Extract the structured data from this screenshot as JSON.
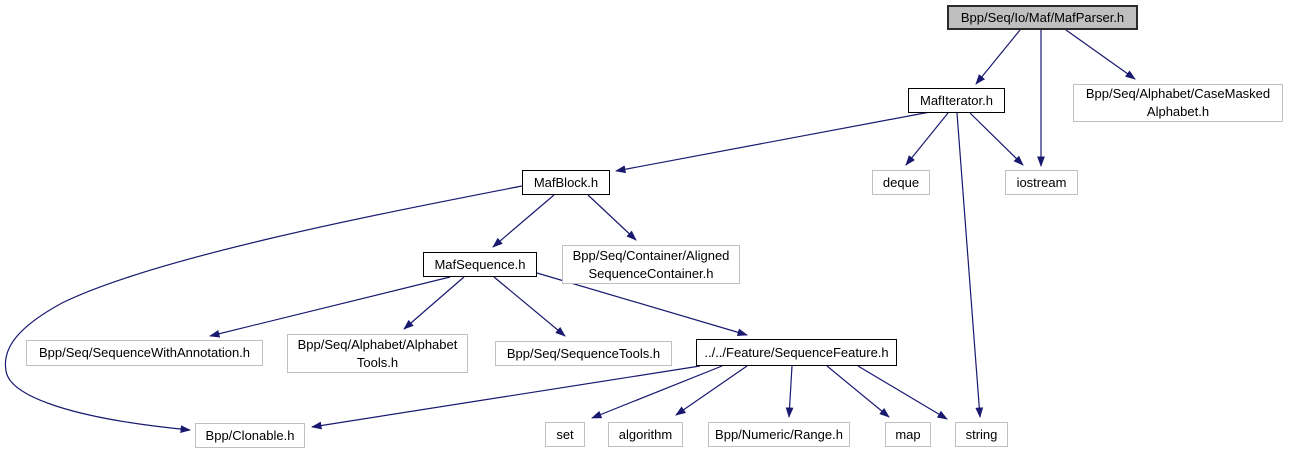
{
  "diagram": {
    "type": "include-dependency-graph",
    "colors": {
      "edge": "#191970",
      "root_fill": "#bfbfbf",
      "node_fill": "#ffffff",
      "linked_border": "#000000",
      "external_border": "#c0c0c0",
      "text": "#000000",
      "background": "#ffffff"
    },
    "nodes": {
      "maf_parser": {
        "label": "Bpp/Seq/Io/Maf/MafParser.h",
        "kind": "root"
      },
      "maf_iterator": {
        "label": "MafIterator.h",
        "kind": "linked"
      },
      "case_masked_alphabet": {
        "label": "Bpp/Seq/Alphabet/CaseMasked\nAlphabet.h",
        "kind": "external"
      },
      "maf_block": {
        "label": "MafBlock.h",
        "kind": "linked"
      },
      "deque": {
        "label": "deque",
        "kind": "external"
      },
      "iostream": {
        "label": "iostream",
        "kind": "external"
      },
      "maf_sequence": {
        "label": "MafSequence.h",
        "kind": "linked"
      },
      "aligned_sequence_container": {
        "label": "Bpp/Seq/Container/Aligned\nSequenceContainer.h",
        "kind": "external"
      },
      "sequence_with_annotation": {
        "label": "Bpp/Seq/SequenceWithAnnotation.h",
        "kind": "external"
      },
      "alphabet_tools": {
        "label": "Bpp/Seq/Alphabet/Alphabet\nTools.h",
        "kind": "external"
      },
      "sequence_tools": {
        "label": "Bpp/Seq/SequenceTools.h",
        "kind": "external"
      },
      "sequence_feature": {
        "label": "../../Feature/SequenceFeature.h",
        "kind": "linked"
      },
      "clonable": {
        "label": "Bpp/Clonable.h",
        "kind": "external"
      },
      "set": {
        "label": "set",
        "kind": "external"
      },
      "algorithm": {
        "label": "algorithm",
        "kind": "external"
      },
      "range": {
        "label": "Bpp/Numeric/Range.h",
        "kind": "external"
      },
      "map": {
        "label": "map",
        "kind": "external"
      },
      "string": {
        "label": "string",
        "kind": "external"
      }
    },
    "edges": [
      {
        "from": "maf_parser",
        "to": "maf_iterator"
      },
      {
        "from": "maf_parser",
        "to": "iostream"
      },
      {
        "from": "maf_parser",
        "to": "case_masked_alphabet"
      },
      {
        "from": "maf_iterator",
        "to": "maf_block"
      },
      {
        "from": "maf_iterator",
        "to": "deque"
      },
      {
        "from": "maf_iterator",
        "to": "iostream"
      },
      {
        "from": "maf_iterator",
        "to": "string"
      },
      {
        "from": "maf_block",
        "to": "maf_sequence"
      },
      {
        "from": "maf_block",
        "to": "aligned_sequence_container"
      },
      {
        "from": "maf_block",
        "to": "clonable"
      },
      {
        "from": "maf_sequence",
        "to": "sequence_with_annotation"
      },
      {
        "from": "maf_sequence",
        "to": "alphabet_tools"
      },
      {
        "from": "maf_sequence",
        "to": "sequence_tools"
      },
      {
        "from": "maf_sequence",
        "to": "sequence_feature"
      },
      {
        "from": "sequence_feature",
        "to": "clonable"
      },
      {
        "from": "sequence_feature",
        "to": "set"
      },
      {
        "from": "sequence_feature",
        "to": "algorithm"
      },
      {
        "from": "sequence_feature",
        "to": "range"
      },
      {
        "from": "sequence_feature",
        "to": "map"
      },
      {
        "from": "sequence_feature",
        "to": "string"
      }
    ]
  }
}
